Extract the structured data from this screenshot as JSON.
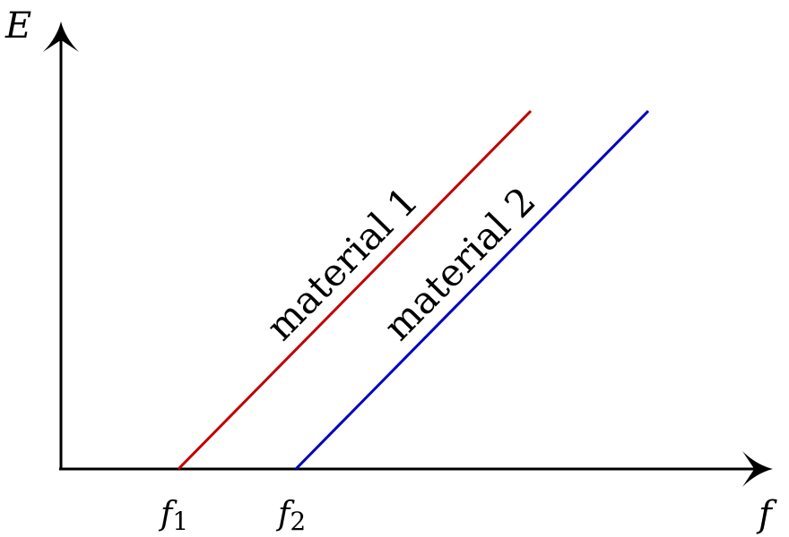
{
  "chart_data": {
    "type": "line",
    "xlabel": "f",
    "ylabel": "E",
    "xlim": [
      0,
      10
    ],
    "ylim": [
      0,
      10
    ],
    "ticks": [
      {
        "base": "f",
        "sub": "1",
        "x": 2
      },
      {
        "base": "f",
        "sub": "2",
        "x": 4
      }
    ],
    "series": [
      {
        "name": "material 1",
        "color": "#c00000",
        "x": [
          2,
          8
        ],
        "y": [
          0,
          10
        ]
      },
      {
        "name": "material 2",
        "color": "#0000c0",
        "x": [
          4,
          10
        ],
        "y": [
          0,
          10
        ]
      }
    ]
  }
}
